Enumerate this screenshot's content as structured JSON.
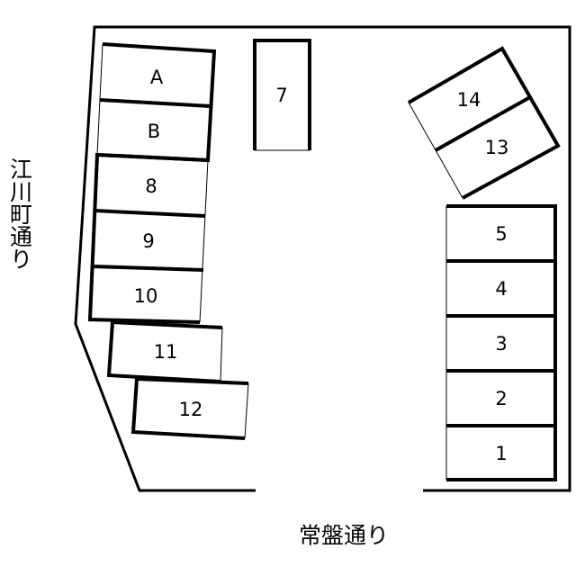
{
  "streets": {
    "west": "江川町通り",
    "south": "常盤通り"
  },
  "slots": [
    {
      "id": "slot-a",
      "label": "A"
    },
    {
      "id": "slot-b",
      "label": "B"
    },
    {
      "id": "slot-8",
      "label": "8"
    },
    {
      "id": "slot-9",
      "label": "9"
    },
    {
      "id": "slot-10",
      "label": "10"
    },
    {
      "id": "slot-11",
      "label": "11"
    },
    {
      "id": "slot-12",
      "label": "12"
    },
    {
      "id": "slot-7",
      "label": "7"
    },
    {
      "id": "slot-14",
      "label": "14"
    },
    {
      "id": "slot-13",
      "label": "13"
    },
    {
      "id": "slot-5",
      "label": "5"
    },
    {
      "id": "slot-4",
      "label": "4"
    },
    {
      "id": "slot-3",
      "label": "3"
    },
    {
      "id": "slot-2",
      "label": "2"
    },
    {
      "id": "slot-1",
      "label": "1"
    }
  ]
}
